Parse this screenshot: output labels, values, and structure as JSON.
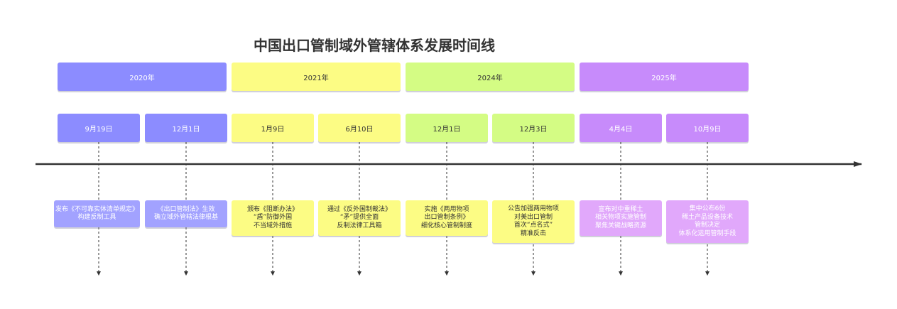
{
  "title": "中国出口管制域外管辖体系发展时间线",
  "years": [
    {
      "label": "2020年",
      "color": "#8c8cff"
    },
    {
      "label": "2021年",
      "color": "#fcfc84"
    },
    {
      "label": "2024年",
      "color": "#d4fc84"
    },
    {
      "label": "2025年",
      "color": "#c78bfb"
    }
  ],
  "milestones": [
    {
      "date": "9月19日",
      "event": "发布《不可靠实体清单规定》\n构建反制工具"
    },
    {
      "date": "12月1日",
      "event": "《出口管制法》生效\n确立域外管辖法律根基"
    },
    {
      "date": "1月9日",
      "event": "颁布《阻断办法》\n“盾”防御外国\n不当域外措施"
    },
    {
      "date": "6月10日",
      "event": "通过《反外国制裁法》\n“矛”提供全面\n反制法律工具箱"
    },
    {
      "date": "12月1日",
      "event": "实施《两用物项\n出口管制条例》\n细化核心管制制度"
    },
    {
      "date": "12月3日",
      "event": "公告加强两用物项\n对美出口管制\n首次“点名式”\n精准反击"
    },
    {
      "date": "4月4日",
      "event": "宣布对中重稀土\n相关物项实施管制\n聚焦关键战略资源"
    },
    {
      "date": "10月9日",
      "event": "集中公布6份\n稀土产品设备技术\n管制决定\n体系化运用管制手段"
    }
  ]
}
